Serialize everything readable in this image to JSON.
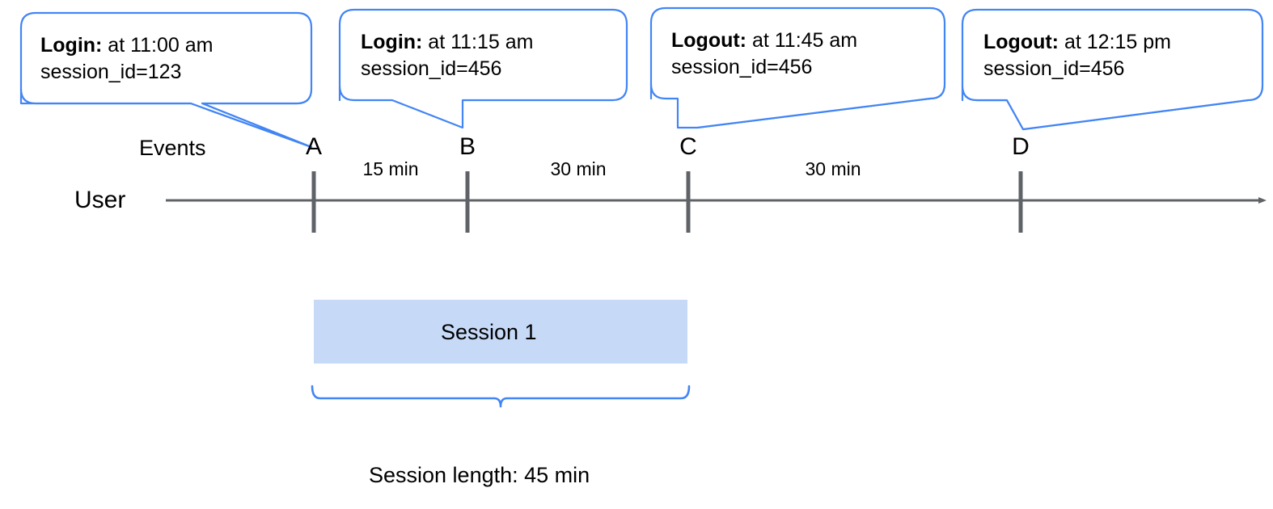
{
  "diagram": {
    "title_caption": "Session length: 45 min",
    "lane_label": "User",
    "events_label": "Events",
    "accent_blue": "#4285F4",
    "session_fill": "#C6D9F7",
    "axis_gray": "#5F6368"
  },
  "callouts": [
    {
      "id": "A",
      "lead": "Login:",
      "detail": " at 11:00 am",
      "session": "session_id=123"
    },
    {
      "id": "B",
      "lead": "Login:",
      "detail": " at 11:15 am",
      "session": "session_id=456"
    },
    {
      "id": "C",
      "lead": "Logout:",
      "detail": " at 11:45 am",
      "session": "session_id=456"
    },
    {
      "id": "D",
      "lead": "Logout:",
      "detail": " at 12:15 pm",
      "session": "session_id=456"
    }
  ],
  "markers": [
    {
      "label": "A"
    },
    {
      "label": "B"
    },
    {
      "label": "C"
    },
    {
      "label": "D"
    }
  ],
  "intervals": [
    {
      "label": "15 min"
    },
    {
      "label": "30 min"
    },
    {
      "label": "30 min"
    }
  ],
  "session": {
    "bar_label": "Session 1",
    "length_caption": "Session length: 45 min"
  }
}
